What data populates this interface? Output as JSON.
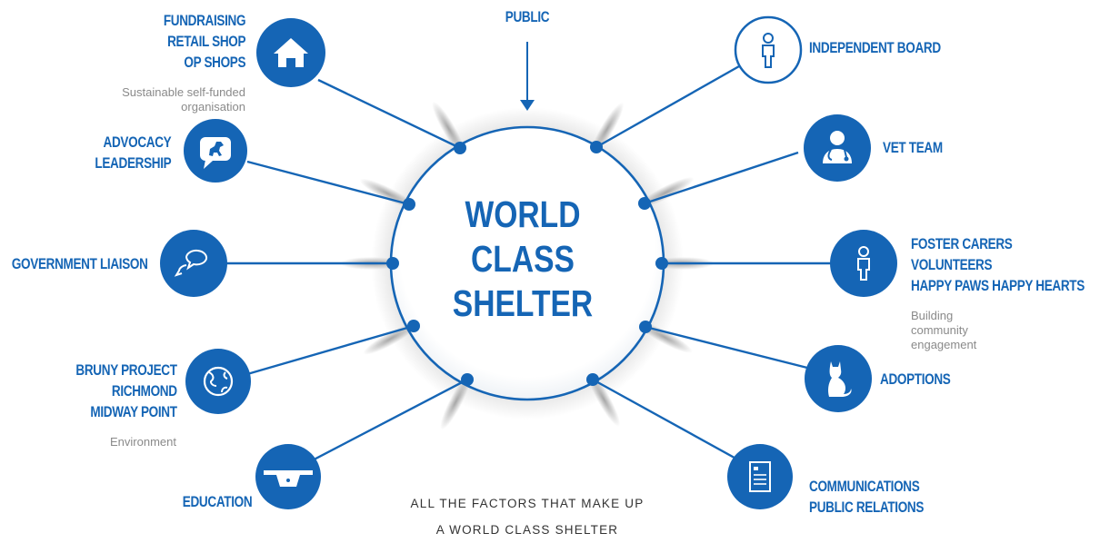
{
  "colors": {
    "primary": "#1565b5",
    "muted": "#8a8a8a",
    "caption": "#333333"
  },
  "center": {
    "lines": [
      "WORLD",
      "CLASS",
      "SHELTER"
    ]
  },
  "top": {
    "label": "PUBLIC"
  },
  "caption": {
    "lines": [
      "ALL THE FACTORS THAT MAKE UP",
      "A WORLD CLASS SHELTER"
    ]
  },
  "nodes": {
    "fundraising": {
      "icon": "house-icon",
      "lines": [
        "FUNDRAISING",
        "RETAIL SHOP",
        "OP SHOPS"
      ],
      "sub": [
        "Sustainable self-funded",
        "organisation"
      ]
    },
    "advocacy": {
      "icon": "dog-speech-bubble-icon",
      "lines": [
        "ADVOCACY",
        "LEADERSHIP"
      ]
    },
    "government": {
      "icon": "chat-bubbles-icon",
      "lines": [
        "GOVERNMENT LIAISON"
      ]
    },
    "bruny": {
      "icon": "globe-icon",
      "lines": [
        "BRUNY PROJECT",
        "RICHMOND",
        "MIDWAY POINT"
      ],
      "sub": [
        "Environment"
      ]
    },
    "education": {
      "icon": "mortarboard-icon",
      "lines": [
        "EDUCATION"
      ]
    },
    "board": {
      "icon": "person-icon",
      "lines": [
        "INDEPENDENT BOARD"
      ]
    },
    "vet": {
      "icon": "vet-doctor-icon",
      "lines": [
        "VET TEAM"
      ]
    },
    "foster": {
      "icon": "person-icon",
      "lines": [
        "FOSTER CARERS",
        "VOLUNTEERS",
        "HAPPY PAWS HAPPY HEARTS"
      ],
      "sub": [
        "Building",
        "community",
        "engagement"
      ]
    },
    "adoptions": {
      "icon": "cat-icon",
      "lines": [
        "ADOPTIONS"
      ]
    },
    "comms": {
      "icon": "document-icon",
      "lines": [
        "COMMUNICATIONS",
        "PUBLIC RELATIONS"
      ]
    }
  }
}
